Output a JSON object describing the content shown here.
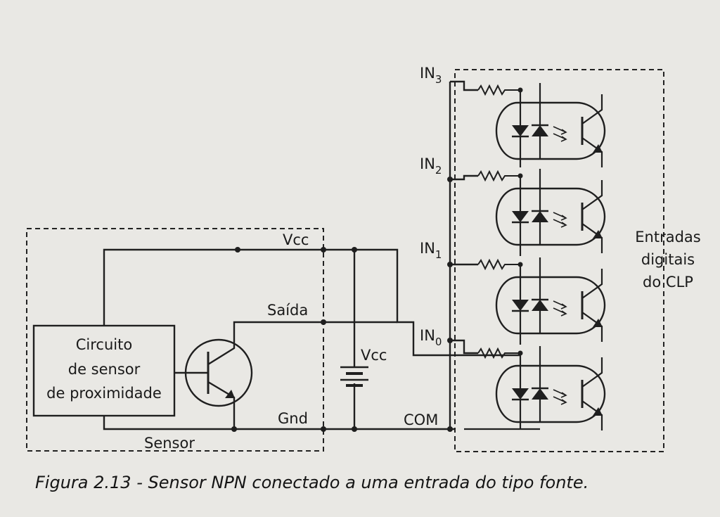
{
  "diagram": {
    "labels": {
      "vcc_rail": "Vcc",
      "saida": "Saída",
      "vcc_supply": "Vcc",
      "gnd": "Gnd",
      "sensor": "Sensor",
      "com": "COM",
      "in3": "IN",
      "in3_sub": "3",
      "in2": "IN",
      "in2_sub": "2",
      "in1": "IN",
      "in1_sub": "1",
      "in0": "IN",
      "in0_sub": "0",
      "sensor_circuit_line1": "Circuito",
      "sensor_circuit_line2": "de sensor",
      "sensor_circuit_line3": "de proximidade",
      "clp_line1": "Entradas",
      "clp_line2": "digitais",
      "clp_line3": "do CLP"
    },
    "caption": "Figura 2.13 - Sensor NPN conectado a uma entrada do tipo fonte."
  }
}
